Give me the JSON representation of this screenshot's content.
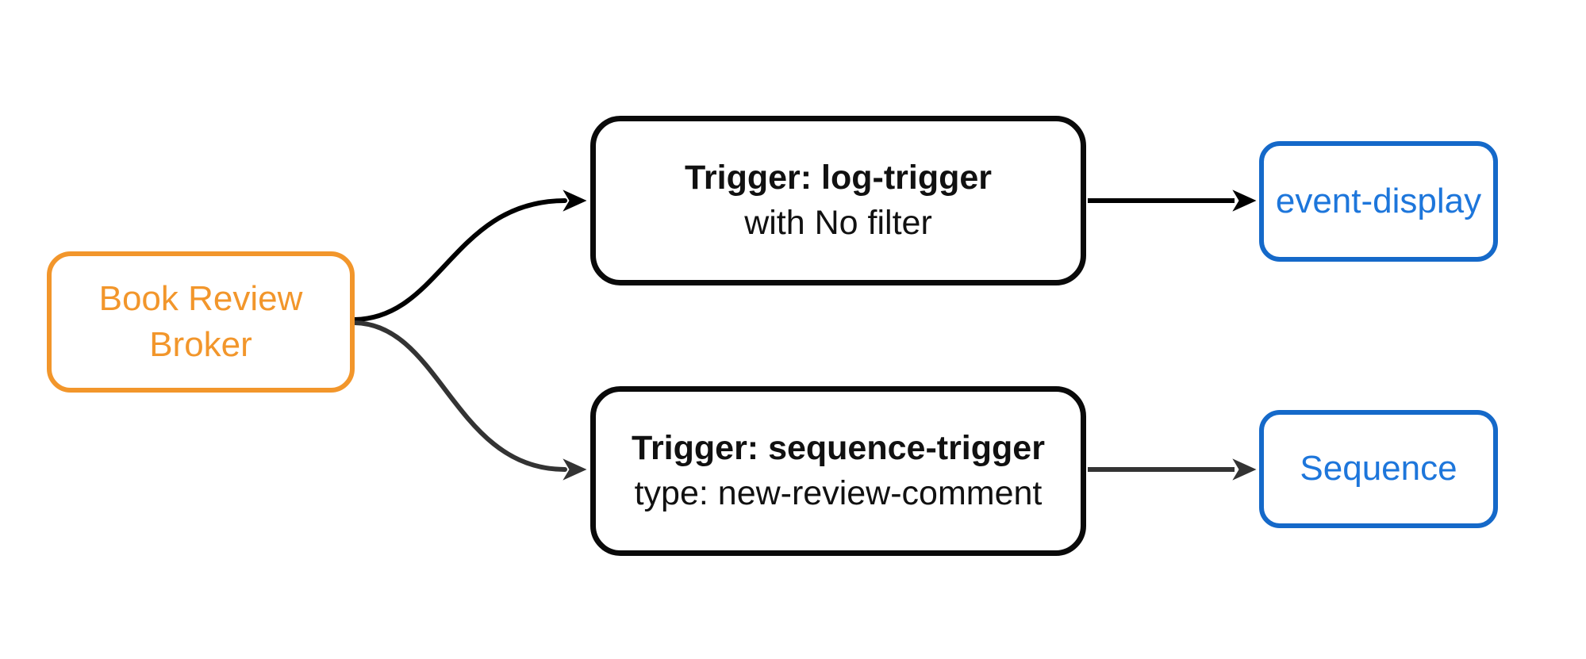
{
  "diagram": {
    "type": "flowchart",
    "direction": "left-to-right",
    "background_color": "#ffffff",
    "nodes": {
      "broker": {
        "label_line1": "Book Review",
        "label_line2": "Broker",
        "border_color": "#f2962b",
        "text_color": "#f2962b",
        "fill_color": "#ffffff"
      },
      "trigger1": {
        "title": "Trigger: log-trigger",
        "subtitle": "with No filter",
        "border_color": "#0a0a0a",
        "text_color": "#111111",
        "fill_color": "#ffffff"
      },
      "trigger2": {
        "title": "Trigger: sequence-trigger",
        "subtitle": "type: new-review-comment",
        "border_color": "#0a0a0a",
        "text_color": "#111111",
        "fill_color": "#ffffff"
      },
      "output1": {
        "label": "event-display",
        "border_color": "#1569c9",
        "text_color": "#1d76db",
        "fill_color": "#ffffff"
      },
      "output2": {
        "label": "Sequence",
        "border_color": "#1569c9",
        "text_color": "#1d76db",
        "fill_color": "#ffffff"
      }
    },
    "edges": [
      {
        "from": "broker",
        "to": "trigger1",
        "shape": "curved",
        "color": "#000000"
      },
      {
        "from": "broker",
        "to": "trigger2",
        "shape": "curved",
        "color": "#333333"
      },
      {
        "from": "trigger1",
        "to": "output1",
        "shape": "straight",
        "color": "#000000"
      },
      {
        "from": "trigger2",
        "to": "output2",
        "shape": "straight",
        "color": "#333333"
      }
    ]
  }
}
